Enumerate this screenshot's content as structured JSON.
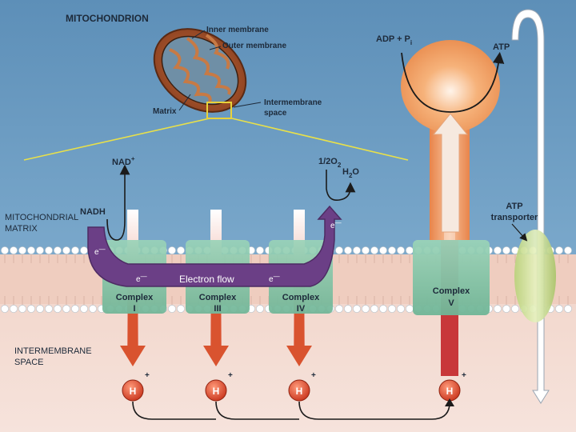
{
  "mitochondrion": {
    "title": "MITOCHONDRION",
    "inner_membrane": "Inner membrane",
    "outer_membrane": "Outer membrane",
    "matrix": "Matrix",
    "intermembrane_1": "Intermembrane",
    "intermembrane_2": "space"
  },
  "regions": {
    "matrix_1": "MITOCHONDRIAL",
    "matrix_2": "MATRIX",
    "ims_1": "INTERMEMBRANE",
    "ims_2": "SPACE"
  },
  "chemicals": {
    "nadh": "NADH",
    "nad": "NAD",
    "nad_sup": "+",
    "half_o2": "1/2O",
    "half_o2_sub": "2",
    "h2o_h": "H",
    "h2o_sub": "2",
    "h2o_o": "O",
    "adp": "ADP + P",
    "adp_sub": "i",
    "atp": "ATP"
  },
  "electron": {
    "label": "e",
    "sup": "—",
    "flow": "Electron flow"
  },
  "complexes": [
    {
      "name": "Complex",
      "numeral": "I"
    },
    {
      "name": "Complex",
      "numeral": "III"
    },
    {
      "name": "Complex",
      "numeral": "IV"
    },
    {
      "name": "Complex",
      "numeral": "V"
    }
  ],
  "transporter": {
    "line1": "ATP",
    "line2": "transporter"
  },
  "proton": {
    "symbol": "H",
    "charge": "+"
  },
  "colors": {
    "matrix_bg": "#6f9fc4",
    "ims_bg": "#f3dcd2",
    "complex_fill": "#7ec2a2",
    "electron_band": "#6b3f86",
    "proton_arrow": "#d9532f",
    "synthase": "#f29a5a"
  }
}
